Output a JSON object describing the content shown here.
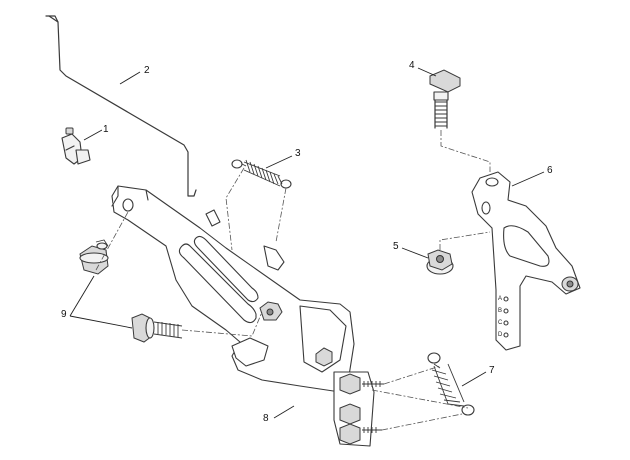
{
  "callouts": [
    "1",
    "2",
    "3",
    "4",
    "5",
    "6",
    "7",
    "8",
    "9"
  ],
  "bracket_positions": [
    "A",
    "B",
    "C",
    "D"
  ]
}
